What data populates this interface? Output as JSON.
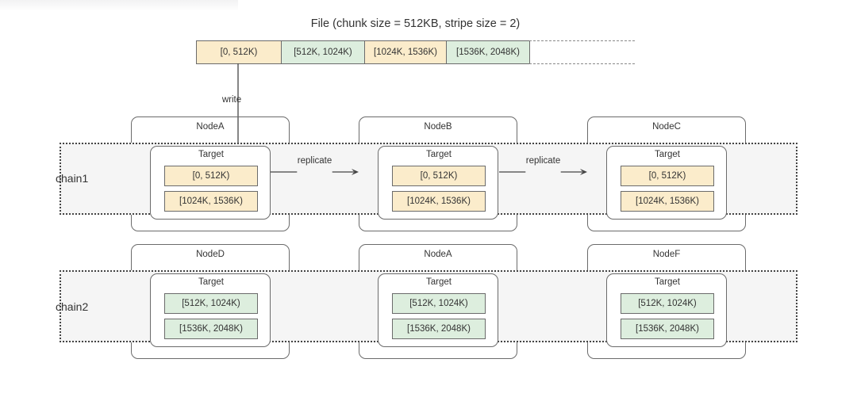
{
  "diagram": {
    "title": "File (chunk size = 512KB, stripe size = 2)",
    "colors": {
      "chunk_yellow": "#fbeccb",
      "chunk_green": "#ddeede",
      "band_fill": "#f5f5f5",
      "stroke": "#6b6b6b",
      "text": "#333333"
    },
    "file_strip": {
      "chunks": [
        {
          "label": "[0, 512K)",
          "color": "yellow",
          "width": 108
        },
        {
          "label": "[512K, 1024K)",
          "color": "green",
          "width": 106
        },
        {
          "label": "[1024K, 1536K)",
          "color": "yellow",
          "width": 104
        },
        {
          "label": "[1536K, 2048K)",
          "color": "green",
          "width": 106
        }
      ],
      "continuation": "dashed"
    },
    "write": {
      "label": "write"
    },
    "replicate": {
      "label_1": "replicate",
      "label_2": "replicate"
    },
    "chains": [
      {
        "name": "chain1",
        "nodes": [
          {
            "name": "NodeA",
            "target_label": "Target",
            "chunks": [
              {
                "label": "[0, 512K)",
                "color": "yellow"
              },
              {
                "label": "[1024K, 1536K)",
                "color": "yellow"
              }
            ]
          },
          {
            "name": "NodeB",
            "target_label": "Target",
            "chunks": [
              {
                "label": "[0, 512K)",
                "color": "yellow"
              },
              {
                "label": "[1024K, 1536K)",
                "color": "yellow"
              }
            ]
          },
          {
            "name": "NodeC",
            "target_label": "Target",
            "chunks": [
              {
                "label": "[0, 512K)",
                "color": "yellow"
              },
              {
                "label": "[1024K, 1536K)",
                "color": "yellow"
              }
            ]
          }
        ]
      },
      {
        "name": "chain2",
        "nodes": [
          {
            "name": "NodeD",
            "target_label": "Target",
            "chunks": [
              {
                "label": "[512K, 1024K)",
                "color": "green"
              },
              {
                "label": "[1536K, 2048K)",
                "color": "green"
              }
            ]
          },
          {
            "name": "NodeA",
            "target_label": "Target",
            "chunks": [
              {
                "label": "[512K, 1024K)",
                "color": "green"
              },
              {
                "label": "[1536K, 2048K)",
                "color": "green"
              }
            ]
          },
          {
            "name": "NodeF",
            "target_label": "Target",
            "chunks": [
              {
                "label": "[512K, 1024K)",
                "color": "green"
              },
              {
                "label": "[1536K, 2048K)",
                "color": "green"
              }
            ]
          }
        ]
      }
    ]
  }
}
